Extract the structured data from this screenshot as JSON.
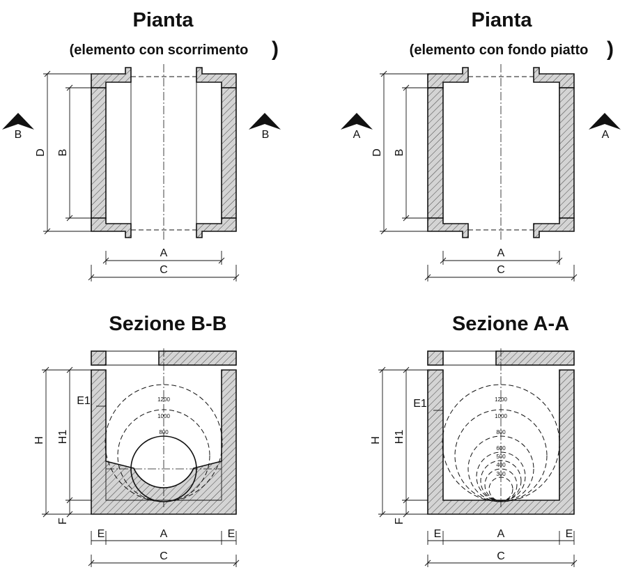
{
  "plan_left": {
    "title": "Pianta",
    "subtitle": "(elemento con scorrimento",
    "paren": ")",
    "section_mark": "B",
    "dims": {
      "A": "A",
      "B": "B",
      "C": "C",
      "D": "D"
    }
  },
  "plan_right": {
    "title": "Pianta",
    "subtitle": "(elemento con fondo piatto",
    "paren": ")",
    "section_mark": "A",
    "dims": {
      "A": "A",
      "B": "B",
      "C": "C",
      "D": "D"
    }
  },
  "section_left": {
    "title": "Sezione B-B",
    "dims": {
      "H": "H",
      "H1": "H1",
      "F": "F",
      "E": "E",
      "E1": "E1",
      "A": "A",
      "C": "C"
    },
    "diameters": [
      "1200",
      "1000",
      "800"
    ]
  },
  "section_right": {
    "title": "Sezione A-A",
    "dims": {
      "H": "H",
      "H1": "H1",
      "F": "F",
      "E": "E",
      "E1": "E1",
      "A": "A",
      "C": "C"
    },
    "diameters": [
      "1200",
      "1000",
      "800",
      "600",
      "500",
      "400",
      "300"
    ]
  }
}
